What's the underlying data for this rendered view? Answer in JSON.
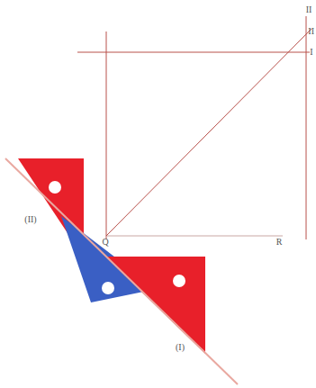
{
  "diagram": {
    "labels": [
      "II",
      "II",
      "I",
      "(II)",
      "Q",
      "R",
      "(I)"
    ]
  }
}
